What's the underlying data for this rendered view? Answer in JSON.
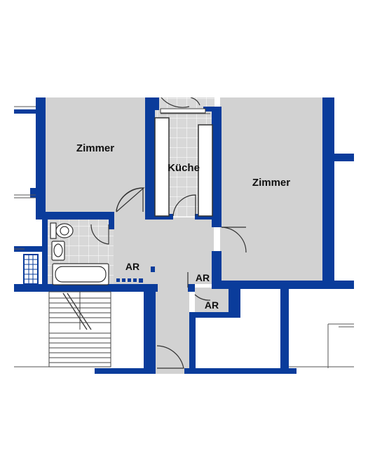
{
  "colors": {
    "wall": "#0A3C9B",
    "room_fill": "#D2D2D2",
    "tile_fill": "#D8D8D8",
    "tile_line": "#FFFFFF",
    "line": "#555555",
    "page_bg": "#FFFFFF"
  },
  "rooms": {
    "zimmer_left": "Zimmer",
    "kueche": "Küche",
    "zimmer_right": "Zimmer",
    "ar_hall": "AR",
    "ar_middle": "AR",
    "ar_small": "AR"
  }
}
